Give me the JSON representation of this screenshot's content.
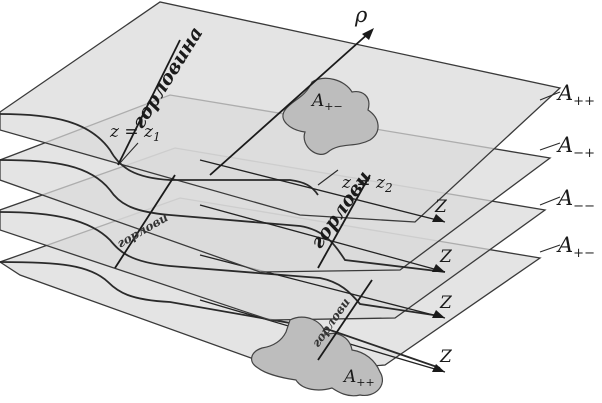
{
  "diagram": {
    "labels": {
      "rho": "ρ",
      "z_eq_z1": "z = z",
      "z1_sub": "1",
      "z_eq_z2": "z = z",
      "z2_sub": "2",
      "neck_main": "горловина",
      "neck_short": "горлови",
      "neck_short_2": "горлови",
      "neck_short_3": "горлови",
      "z_axis": "Z",
      "region_top_blob": "A",
      "region_top_blob_sub": "+−",
      "region_bottom_blob": "A",
      "region_bottom_blob_sub": "++"
    },
    "planes": [
      {
        "label": "A",
        "sub": "++"
      },
      {
        "label": "A",
        "sub": "−+"
      },
      {
        "label": "A",
        "sub": "−−"
      },
      {
        "label": "A",
        "sub": "+−"
      }
    ]
  }
}
